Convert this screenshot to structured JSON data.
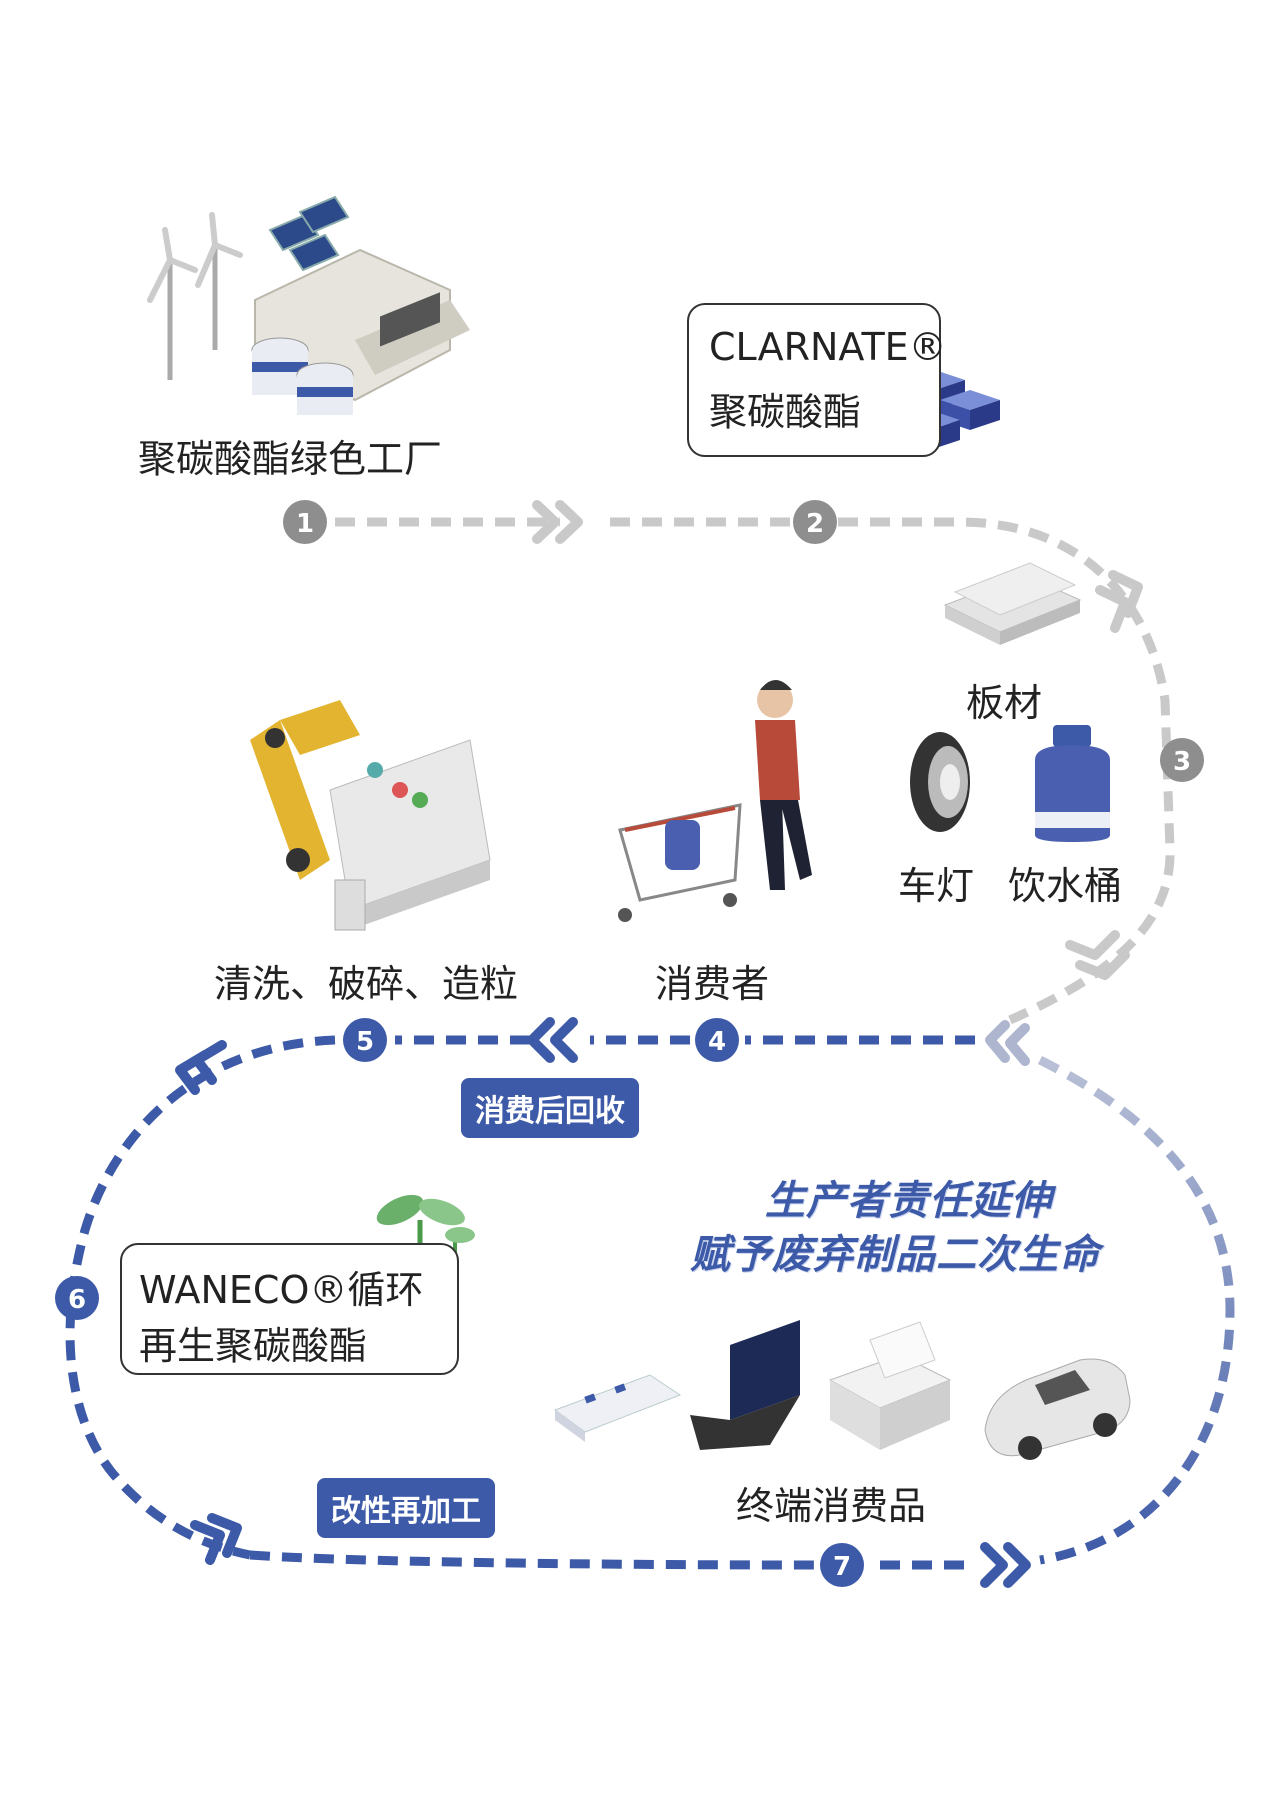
{
  "factory": {
    "label": "聚碳酸酯绿色工厂"
  },
  "clarnate": {
    "brand": "CLARNATE®",
    "name": "聚碳酸酯"
  },
  "products": {
    "sheet": "板材",
    "lamp": "车灯",
    "bucket": "饮水桶"
  },
  "consumer": {
    "label": "消费者"
  },
  "processing": {
    "label": "清洗、破碎、造粒"
  },
  "post_consumer": {
    "tag": "消费后回收"
  },
  "waneco": {
    "brand": "WANECO®循环",
    "name": "再生聚碳酸酯"
  },
  "modify": {
    "tag": "改性再加工"
  },
  "slogan": {
    "line1": "生产者责任延伸",
    "line2": "赋予废弃制品二次生命"
  },
  "end_products": {
    "label": "终端消费品"
  },
  "steps": [
    "1",
    "2",
    "3",
    "4",
    "5",
    "6",
    "7"
  ],
  "colors": {
    "gray": "#c9c9c9",
    "step_gray": "#8e8e8e",
    "blue": "#3d5aa8",
    "blue_light": "#8d9bc6"
  }
}
